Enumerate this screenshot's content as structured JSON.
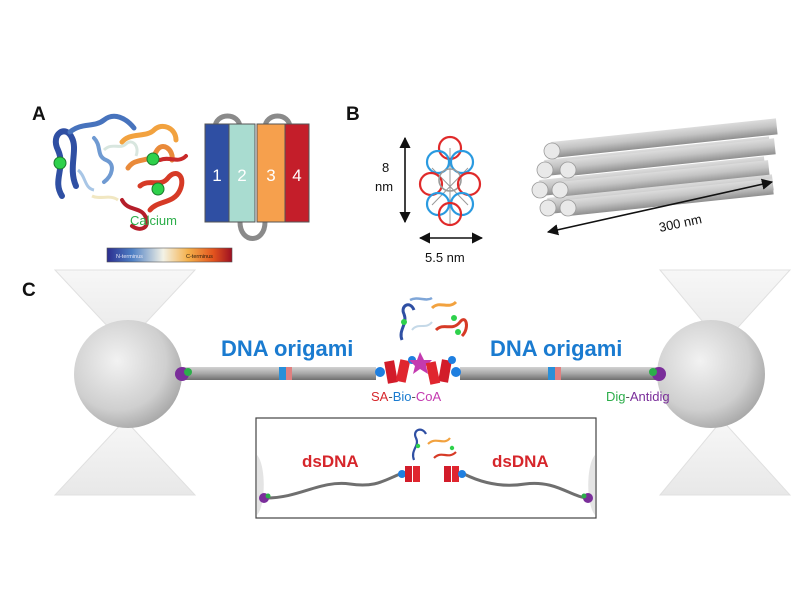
{
  "panels": {
    "a": {
      "letter": "A",
      "calcium_label": "Calcium",
      "colorbar_left": "N-terminus",
      "colorbar_right": "C-terminus",
      "helix_numbers": [
        "1",
        "2",
        "3",
        "4"
      ]
    },
    "b": {
      "letter": "B",
      "height_value": "8",
      "height_unit": "nm",
      "width_label": "5.5 nm",
      "length_label": "300 nm"
    },
    "c": {
      "letter": "C",
      "origami_left": "DNA origami",
      "origami_right": "DNA origami",
      "linker_sa": "SA",
      "linker_sep1": "-",
      "linker_bio": "Bio",
      "linker_sep2": "-",
      "linker_coa": "CoA",
      "dig": "Dig",
      "dig_sep": "-",
      "antidig": "Antidig",
      "dsdna_left": "dsDNA",
      "dsdna_right": "dsDNA"
    }
  },
  "colors": {
    "blue_label": "#1a7bd0",
    "red_label": "#d6262b",
    "green_label": "#2cae4a",
    "purple_label": "#7a2e9a",
    "magenta_label": "#c43ab0",
    "helix1": "#2f4fa3",
    "helix2": "#a9dcd0",
    "helix3": "#f6a04d",
    "helix4": "#c41e2a"
  }
}
